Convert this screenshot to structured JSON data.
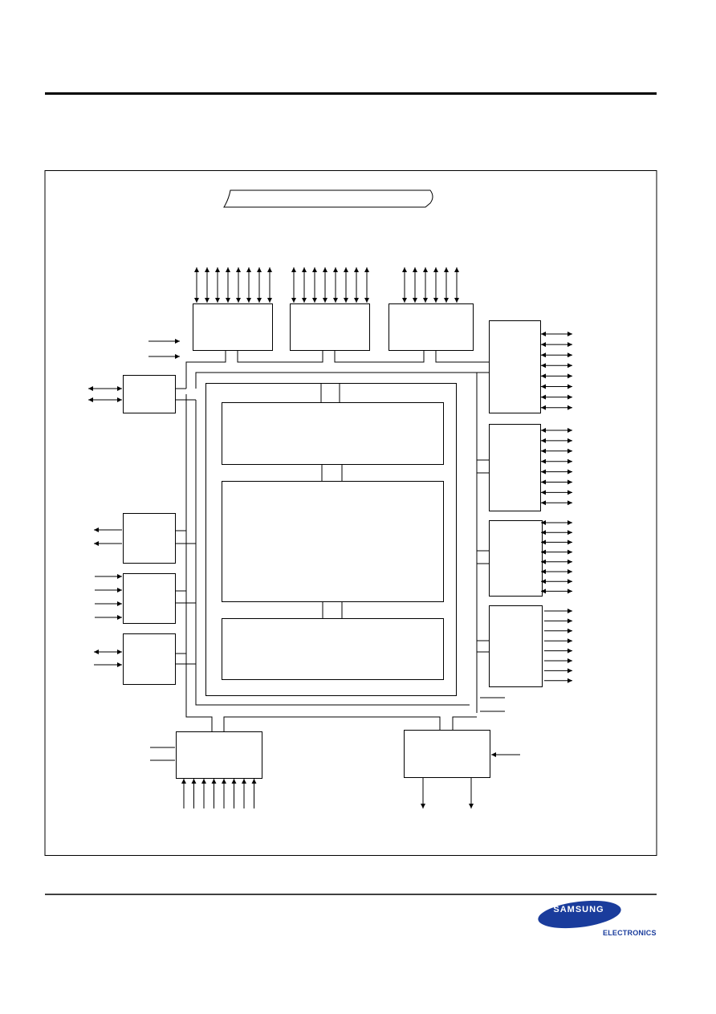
{
  "figure": {
    "title_box_text": "",
    "blocks": [
      {
        "id": "port0",
        "label": ""
      },
      {
        "id": "port1",
        "label": ""
      },
      {
        "id": "port2",
        "label": ""
      },
      {
        "id": "port3",
        "label": ""
      },
      {
        "id": "port4",
        "label": ""
      },
      {
        "id": "port5",
        "label": ""
      },
      {
        "id": "port6",
        "label": ""
      },
      {
        "id": "serial-block",
        "label": ""
      },
      {
        "id": "timer-block",
        "label": ""
      },
      {
        "id": "interrupt-block",
        "label": ""
      },
      {
        "id": "io-block",
        "label": ""
      },
      {
        "id": "adc-block",
        "label": ""
      },
      {
        "id": "clock-block",
        "label": ""
      },
      {
        "id": "core-top",
        "label": ""
      },
      {
        "id": "core-mid",
        "label": ""
      },
      {
        "id": "core-bottom",
        "label": ""
      }
    ]
  },
  "brand": {
    "logo_text": "SAMSUNG",
    "subtitle": "ELECTRONICS",
    "logo_color": "#1a3c9c"
  }
}
